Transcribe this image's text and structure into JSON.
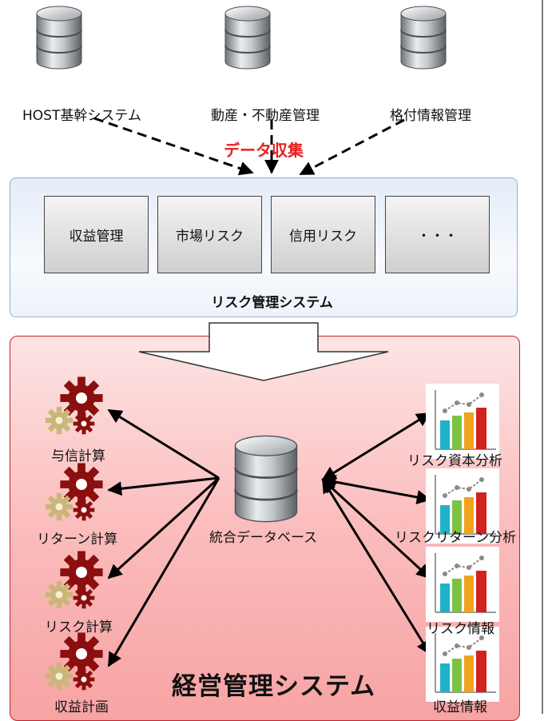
{
  "sources": [
    {
      "label": "HOST基幹システム",
      "icon": "database-icon"
    },
    {
      "label": "動産・不動産管理",
      "icon": "database-icon"
    },
    {
      "label": "格付情報管理",
      "icon": "database-icon"
    }
  ],
  "collect_label": "データ収集",
  "risk_system": {
    "title": "リスク管理システム",
    "modules": [
      "収益管理",
      "市場リスク",
      "信用リスク",
      "・・・"
    ]
  },
  "management_system": {
    "title": "経営管理システム",
    "central_db": "統合データベース",
    "calculations": [
      "与信計算",
      "リターン計算",
      "リスク計算",
      "収益計画"
    ],
    "analyses": [
      "リスク資本分析",
      "リスクリターン分析",
      "リスク情報",
      "収益情報"
    ]
  },
  "colors": {
    "collect_text": "#e8201e",
    "risk_panel": "#e4ecf7",
    "mgmt_panel": "#fbbcbc",
    "gear_dark": "#8b0f0f",
    "gear_light": "#c9b77a"
  }
}
